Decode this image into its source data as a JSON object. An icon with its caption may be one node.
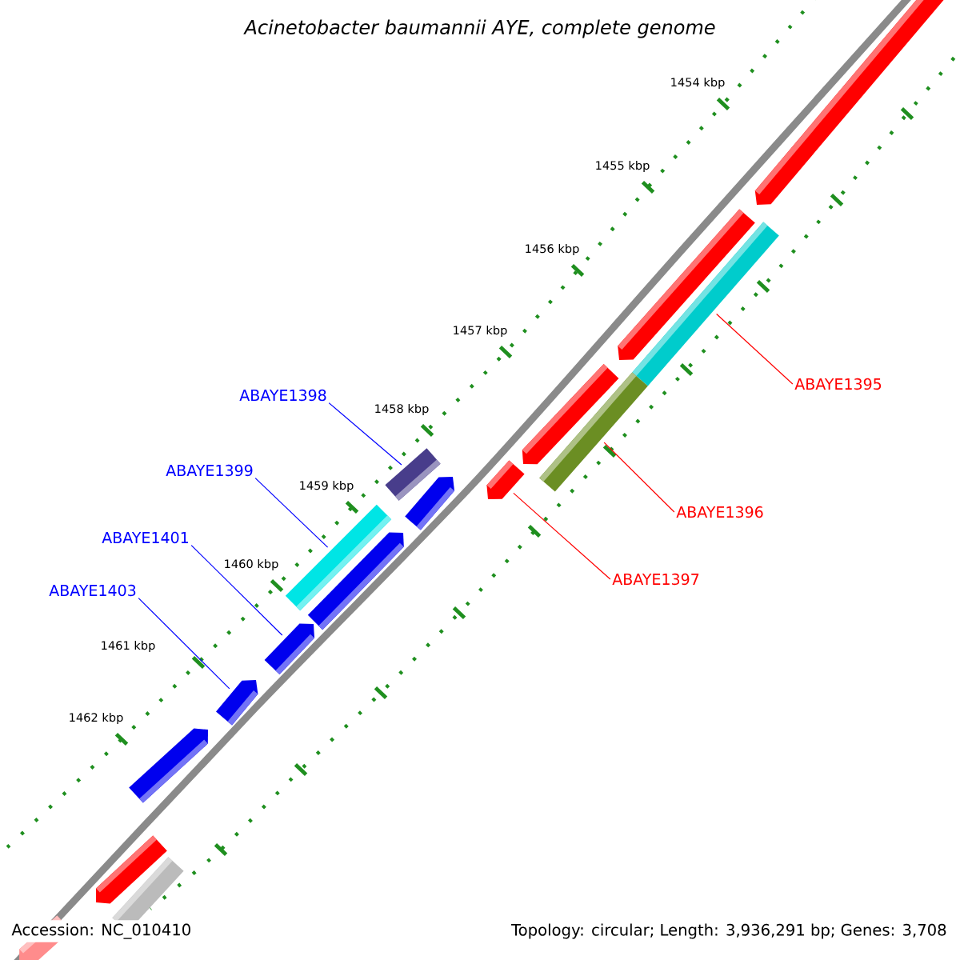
{
  "diagram": {
    "title": "Acinetobacter baumannii AYE, complete genome",
    "nodes": [
      {
        "text": [
          "ABAYE1398"
        ]
      },
      {
        "text": [
          "ABAYE1399"
        ]
      },
      {
        "text": [
          "ABAYE1401"
        ]
      },
      {
        "text": [
          "ABAYE1403"
        ]
      },
      {
        "text": [
          "ABAYE1395"
        ]
      },
      {
        "text": [
          "ABAYE1396"
        ]
      },
      {
        "text": [
          "ABAYE1397"
        ]
      },
      {
        "text": [],
        "shape": "bar"
      },
      {
        "text": [],
        "shape": "bar"
      },
      {
        "text": [],
        "shape": "bar"
      },
      {
        "text": [],
        "shape": "bar"
      },
      {
        "text": [],
        "shape": "bar"
      },
      {
        "text": [],
        "shape": "bar"
      },
      {
        "text": [],
        "shape": "bar"
      }
    ],
    "edges": [
      {
        "from": 0,
        "to": 7,
        "arrow": "none"
      },
      {
        "from": 1,
        "to": 8,
        "arrow": "none"
      },
      {
        "from": 2,
        "to": 9,
        "arrow": "none"
      },
      {
        "from": 3,
        "to": 10,
        "arrow": "none"
      },
      {
        "from": 4,
        "to": 11,
        "arrow": "none",
        "color": "#ff0000"
      },
      {
        "from": 5,
        "to": 12,
        "arrow": "none",
        "color": "#ff0000"
      },
      {
        "from": 6,
        "to": 13,
        "arrow": "none",
        "color": "#ff0000"
      }
    ],
    "labels": [
      "1454 kbp",
      "1455 kbp",
      "1456 kbp",
      "1457 kbp",
      "1458 kbp",
      "1459 kbp",
      "1460 kbp",
      "1461 kbp",
      "1462 kbp",
      "Accession: NC_010410",
      "Topology: circular; Length: 3,936,291 bp; Genes: 3,708"
    ]
  }
}
